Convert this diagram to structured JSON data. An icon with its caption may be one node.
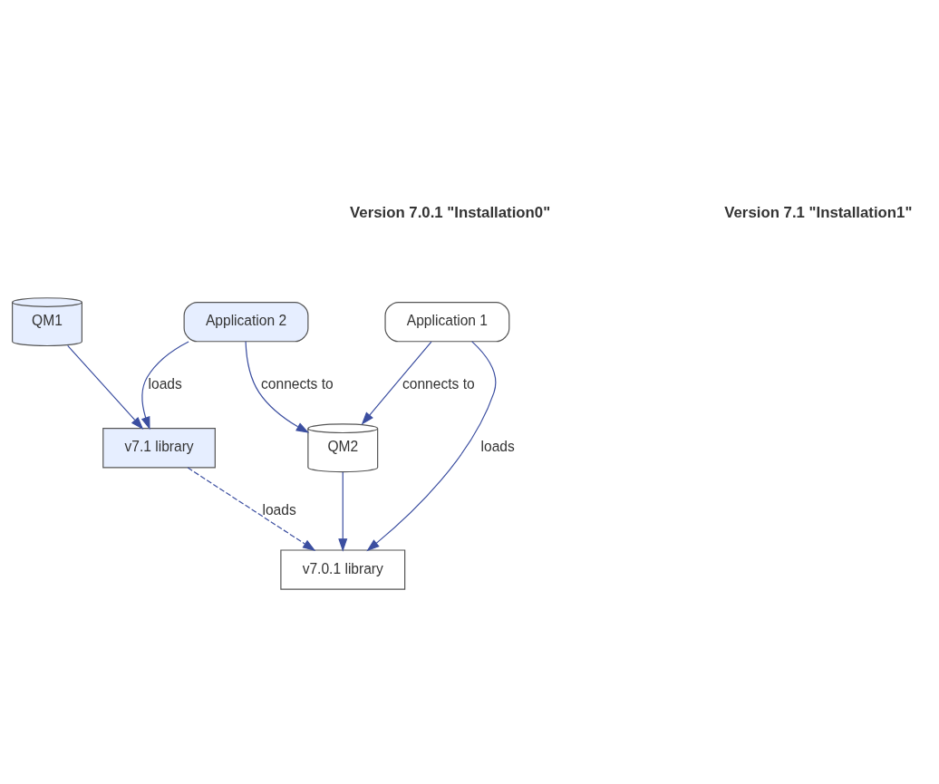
{
  "diagram": {
    "nodes": [
      {
        "text": [
          "Application 1"
        ]
      },
      {
        "text": [
          "Application 2"
        ]
      },
      {
        "text": [
          "v7.0.1 library"
        ]
      },
      {
        "text": [
          "v7.1 library"
        ]
      },
      {
        "text": [
          "QM2"
        ]
      },
      {
        "text": [
          "QM1"
        ]
      }
    ],
    "edges": [
      {
        "from": 0,
        "to": 2,
        "arrow": "to",
        "label": "loads"
      },
      {
        "from": 1,
        "to": 3,
        "arrow": "to",
        "label": "loads"
      },
      {
        "from": 3,
        "to": 2,
        "arrow": "to",
        "label": "loads",
        "style": "dashed"
      },
      {
        "from": 4,
        "to": 2,
        "arrow": "to"
      },
      {
        "from": 5,
        "to": 3,
        "arrow": "to"
      },
      {
        "from": 0,
        "to": 4,
        "arrow": "to",
        "label": "connects to"
      },
      {
        "from": 1,
        "to": 4,
        "arrow": "to",
        "label": "connects to"
      }
    ],
    "labels": [
      "Version 7.0.1 \"Installation0\"",
      "Version 7.1 \"Installation1\""
    ]
  }
}
